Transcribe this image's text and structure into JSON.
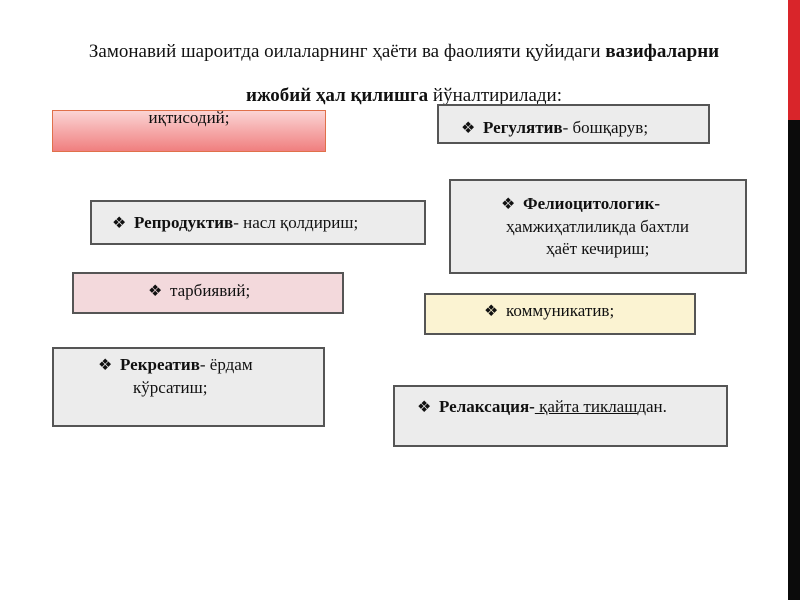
{
  "heading": {
    "part1": "Замонавий шароитда оилаларнинг ҳаёти ва фаолияти қуйидаги ",
    "bold1": "вазифаларни",
    "bold2": "ижобий ҳал қилишга",
    "part2": " йўналтирилади:"
  },
  "bullet_glyph": "❖",
  "functions": {
    "economic": {
      "text": "иқтисодий;"
    },
    "regulative": {
      "term": "Регулятив",
      "desc": "- бошқарув;"
    },
    "reproductive": {
      "term": "Репродуктив",
      "desc": "- насл қолдириш;"
    },
    "felicitological": {
      "term": "Фелиоцитологик",
      "dash": "-",
      "line2": "ҳамжиҳатлиликда бахтли",
      "line3": "ҳаёт кечириш;"
    },
    "educational": {
      "text": "тарбиявий;"
    },
    "communicative": {
      "text": "коммуникатив;"
    },
    "recreative": {
      "term": "Рекреатив",
      "desc": "- ёрдам",
      "line2": "кўрсатиш;"
    },
    "relaxation": {
      "term": "Релаксация",
      "dash": "-",
      "underlined": " қайта тиклаш",
      "rest": "дан."
    }
  },
  "colors": {
    "accent_red": "#d9252a",
    "box_gray": "#ececec",
    "box_pink": "#f3d9dc",
    "box_yellow": "#fbf3d2"
  }
}
